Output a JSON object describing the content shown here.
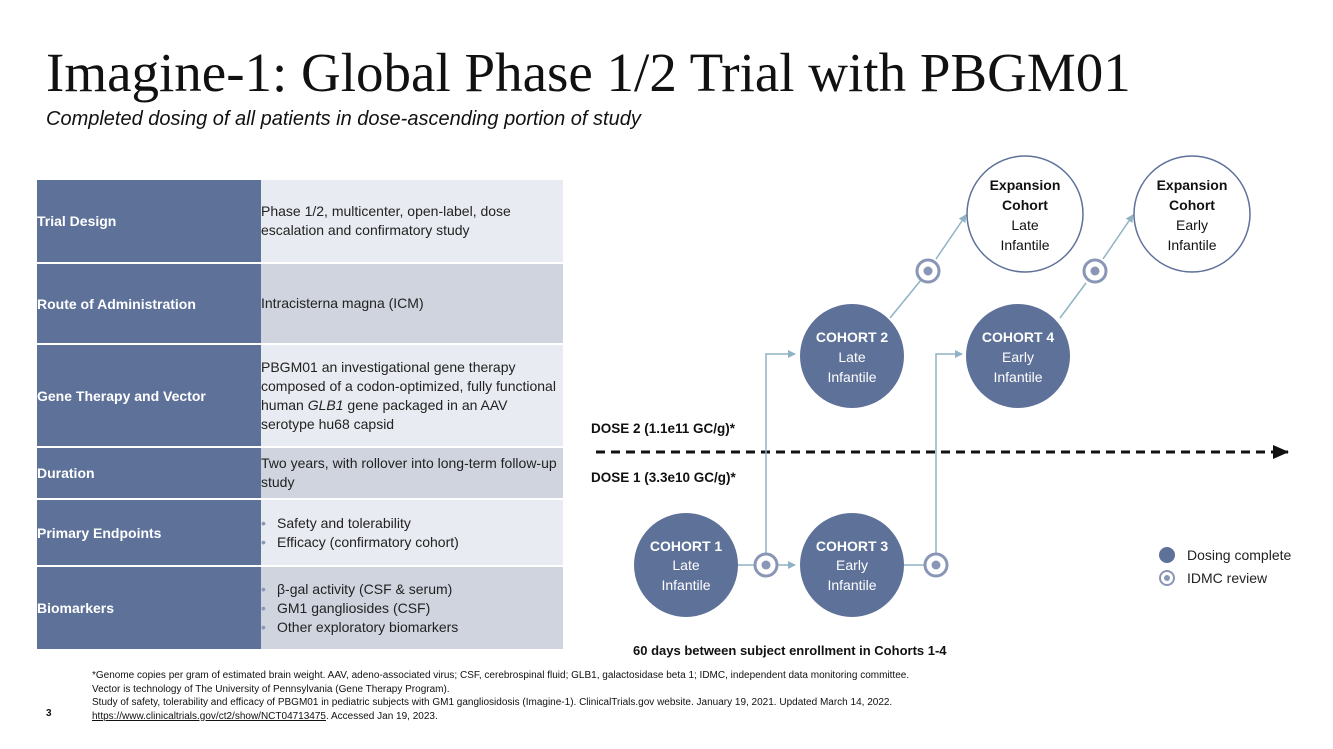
{
  "title": "Imagine-1: Global Phase 1/2 Trial with PBGM01",
  "subtitle": "Completed dosing of all patients in dose-ascending portion of study",
  "table": {
    "trial_design": {
      "label": "Trial Design",
      "value": "Phase 1/2, multicenter, open-label, dose escalation and confirmatory study"
    },
    "route": {
      "label": "Route of Administration",
      "value": "Intracisterna magna (ICM)"
    },
    "vector": {
      "label": "Gene Therapy and Vector",
      "value_pre": "PBGM01 an investigational gene therapy composed of a codon-optimized, fully functional human ",
      "value_italic": "GLB1",
      "value_post": " gene packaged in an AAV serotype hu68 capsid"
    },
    "duration": {
      "label": "Duration",
      "value": "Two years, with rollover into long-term follow-up study"
    },
    "endpoints": {
      "label": "Primary Endpoints",
      "items": [
        "Safety and tolerability",
        "Efficacy (confirmatory cohort)"
      ]
    },
    "biomarkers": {
      "label": "Biomarkers",
      "items": [
        "β-gal activity (CSF & serum)",
        "GM1 gangliosides (CSF)",
        "Other exploratory biomarkers"
      ]
    }
  },
  "flow": {
    "dose2": "DOSE 2 (1.1e11 GC/g)*",
    "dose1": "DOSE 1 (3.3e10 GC/g)*",
    "cohort1": {
      "name": "COHORT 1",
      "line1": "Late",
      "line2": "Infantile"
    },
    "cohort2": {
      "name": "COHORT 2",
      "line1": "Late",
      "line2": "Infantile"
    },
    "cohort3": {
      "name": "COHORT 3",
      "line1": "Early",
      "line2": "Infantile"
    },
    "cohort4": {
      "name": "COHORT 4",
      "line1": "Early",
      "line2": "Infantile"
    },
    "expansion_late": {
      "line1": "Expansion",
      "line2": "Cohort",
      "line3": "Late",
      "line4": "Infantile"
    },
    "expansion_early": {
      "line1": "Expansion",
      "line2": "Cohort",
      "line3": "Early",
      "line4": "Infantile"
    },
    "interval_note": "60 days between subject enrollment in Cohorts 1-4"
  },
  "legend": {
    "dosing": "Dosing complete",
    "idmc": "IDMC review"
  },
  "colors": {
    "cohort_fill": "#5e7199",
    "idmc": "#8a96b5",
    "arrow": "#8fb3c4",
    "label_bg": "#5e7199"
  },
  "footnotes": {
    "line1": "*Genome copies per gram of estimated brain weight. AAV, adeno-associated virus; CSF, cerebrospinal fluid; GLB1, galactosidase beta 1; IDMC, independent data monitoring committee.",
    "line2": "Vector is technology of The University of Pennsylvania (Gene Therapy Program).",
    "line3": "Study of safety, tolerability and efficacy of PBGM01 in pediatric subjects with GM1 gangliosidosis (Imagine-1). ClinicalTrials.gov website. January 19, 2021. Updated March 14, 2022.",
    "link": "https://www.clinicaltrials.gov/ct2/show/NCT04713475",
    "line4_post": ". Accessed Jan 19, 2023."
  },
  "page_number": "3"
}
